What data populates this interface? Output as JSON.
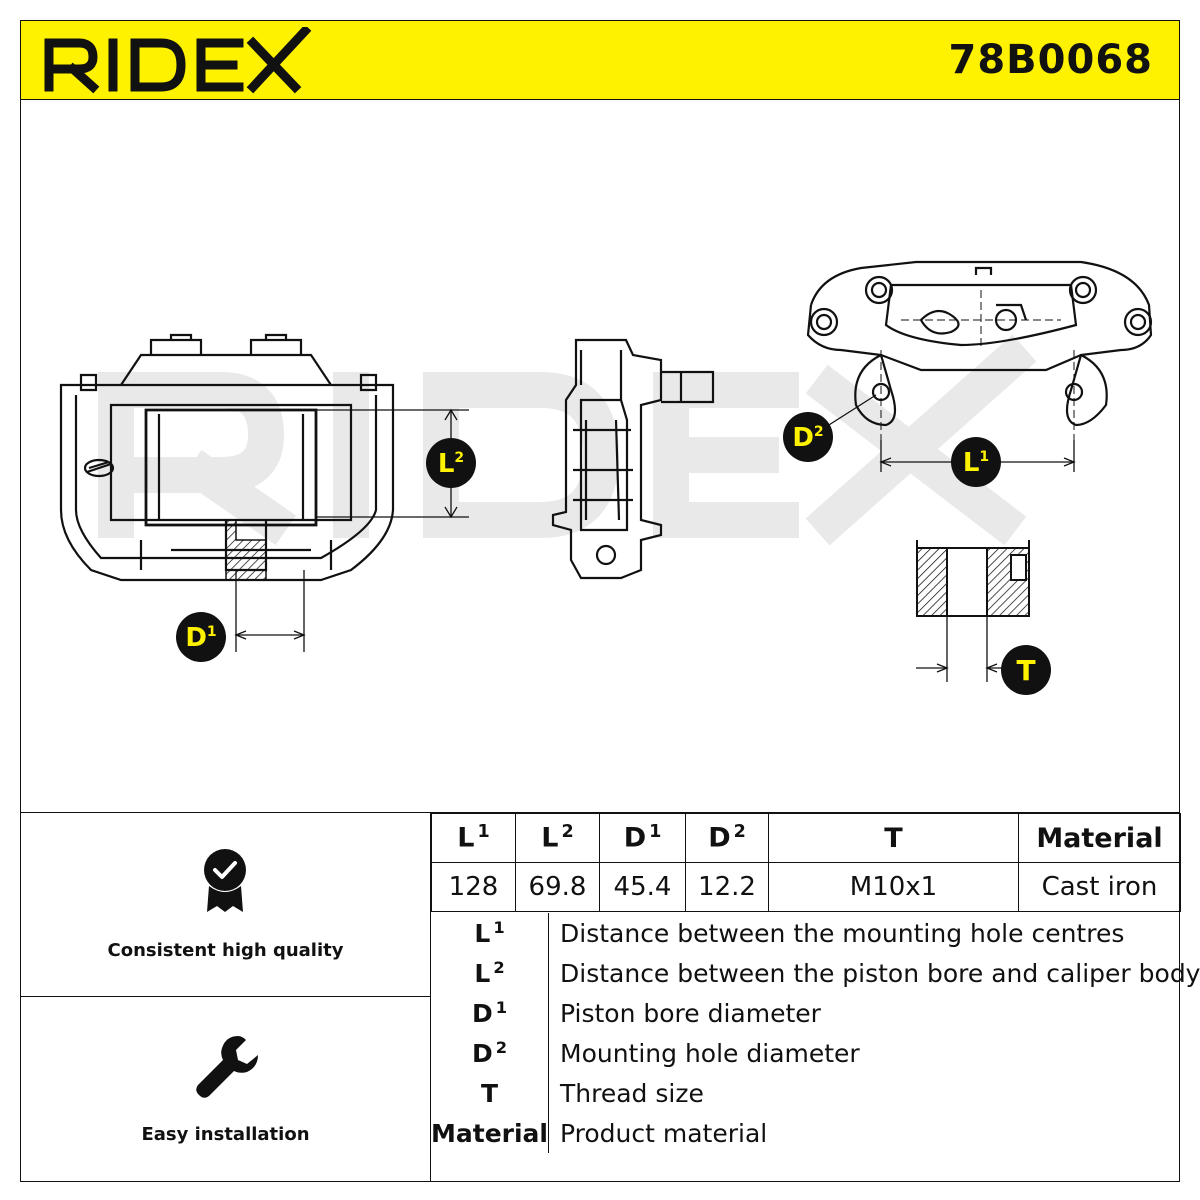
{
  "brand": "RIDEX",
  "part_number": "78B0068",
  "features": [
    {
      "label": "Consistent high quality",
      "icon": "quality-badge-icon"
    },
    {
      "label": "Easy installation",
      "icon": "wrench-icon"
    }
  ],
  "callouts": {
    "l2": "L",
    "l2_sup": "2",
    "l1": "L",
    "l1_sup": "1",
    "d1": "D",
    "d1_sup": "1",
    "d2": "D",
    "d2_sup": "2",
    "t": "T"
  },
  "spec_table": {
    "headers": [
      {
        "main": "L",
        "sup": "1"
      },
      {
        "main": "L",
        "sup": "2"
      },
      {
        "main": "D",
        "sup": "1"
      },
      {
        "main": "D",
        "sup": "2"
      },
      {
        "main": "T",
        "sup": ""
      },
      {
        "main": "Material",
        "sup": ""
      }
    ],
    "values": [
      "128",
      "69.8",
      "45.4",
      "12.2",
      "M10x1",
      "Cast iron"
    ]
  },
  "legend": [
    {
      "key": "L",
      "sup": "1",
      "desc": "Distance between the mounting hole centres"
    },
    {
      "key": "L",
      "sup": "2",
      "desc": "Distance between the piston bore and caliper body"
    },
    {
      "key": "D",
      "sup": "1",
      "desc": "Piston bore diameter"
    },
    {
      "key": "D",
      "sup": "2",
      "desc": "Mounting hole diameter"
    },
    {
      "key": "T",
      "sup": "",
      "desc": "Thread size"
    },
    {
      "key": "Material",
      "sup": "",
      "desc": "Product material"
    }
  ],
  "colors": {
    "accent": "#fff200",
    "ink": "#111111",
    "watermark": "#e6e6e6"
  }
}
